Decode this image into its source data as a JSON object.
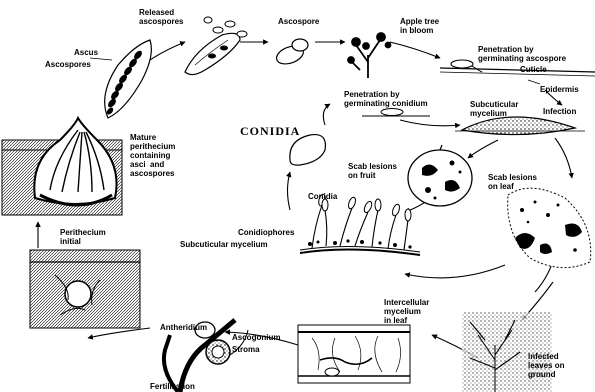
{
  "labels": {
    "released_ascospores": "Released\nascospores",
    "ascospore": "Ascospore",
    "apple_tree_in_bloom": "Apple tree\nin bloom",
    "ascus": "Ascus",
    "ascospores": "Ascospores",
    "penetration_by_germinating_ascospore": "Penetration by\ngerminating ascospore",
    "cuticle": "Cuticle",
    "epidermis": "Epidermis",
    "penetration_by_germinating_conidium": "Penetration by\ngerminating conidium",
    "subcuticular_mycelium_top": "Subcuticular\nmycelium",
    "infection": "Infection",
    "mature_perithecium": "Mature\nperithecium\ncontaining\nasci  and\nascospores",
    "conidia_heading": "CONIDIA",
    "scab_lesions_on_fruit": "Scab lesions\non fruit",
    "scab_lesions_on_leaf": "Scab lesions\non leaf",
    "conidia": "Conidia",
    "conidiophores": "Conidiophores",
    "subcuticular_mycelium_bottom": "Subcuticular mycelium",
    "perithecium_initial": "Perithecium\ninitial",
    "antheridium": "Antheridium",
    "ascogonium": "Ascogonium",
    "stroma": "Stroma",
    "intercellular_mycelium_in_leaf": "Intercellular\nmycelium\nin leaf",
    "infected_leaves_on_ground": "Infected\nleaves on\nground",
    "fertilization": "Fertilization"
  },
  "colors": {
    "ink": "#000000",
    "background": "#ffffff",
    "shade": "#6e6e6e"
  }
}
